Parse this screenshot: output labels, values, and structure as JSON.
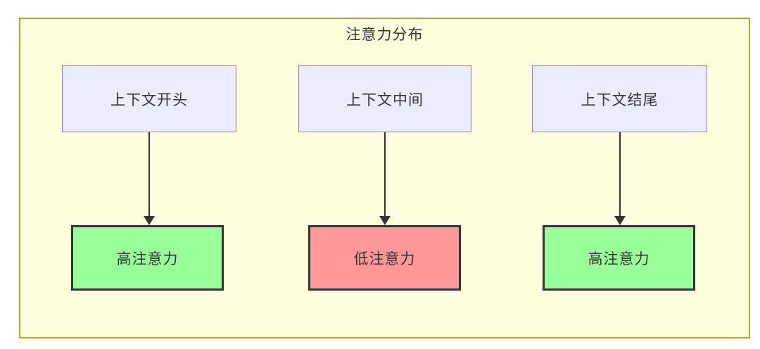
{
  "diagram": {
    "title": "注意力分布",
    "type": "flowchart-top-down",
    "columns": [
      {
        "source": {
          "label": "上下文开头"
        },
        "target": {
          "label": "高注意力",
          "level": "high"
        },
        "edge": "arrow-down"
      },
      {
        "source": {
          "label": "上下文中间"
        },
        "target": {
          "label": "低注意力",
          "level": "low"
        },
        "edge": "arrow-down"
      },
      {
        "source": {
          "label": "上下文结尾"
        },
        "target": {
          "label": "高注意力",
          "level": "high"
        },
        "edge": "arrow-down"
      }
    ],
    "colors": {
      "container_fill": "#ffffde",
      "container_border": "#aaaa33",
      "source_node_fill": "#ececff",
      "source_node_border": "#9370db",
      "high_attention_fill": "#99ff99",
      "low_attention_fill": "#ff9999",
      "target_node_border": "#333333",
      "arrow": "#333333",
      "text": "#333333",
      "page_background": "#ffffff"
    }
  }
}
